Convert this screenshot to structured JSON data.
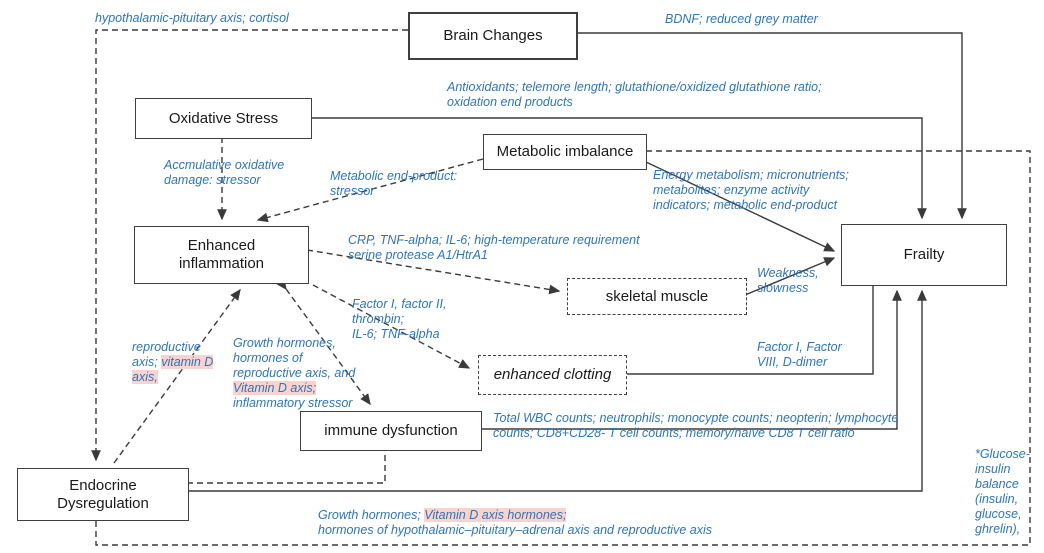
{
  "colors": {
    "label_blue": "#2e75b6",
    "line_gray": "#3a3a3a",
    "box_border_gray": "#3f3f3f",
    "highlight_pink": "#f8d3cf"
  },
  "nodes": {
    "brain_changes": "Brain Changes",
    "oxidative_stress": "Oxidative Stress",
    "metabolic_imbalance": "Metabolic imbalance",
    "enhanced_inflammation": "Enhanced\ninflammation",
    "frailty": "Frailty",
    "skeletal_muscle": "skeletal muscle",
    "enhanced_clotting": "enhanced clotting",
    "immune_dysfunction": "immune dysfunction",
    "endocrine_dysregulation": "Endocrine\nDysregulation"
  },
  "edge_labels": {
    "hpa_cortisol": "hypothalamic-pituitary axis; cortisol",
    "bdnf": "BDNF; reduced grey matter",
    "antioxidants": "Antioxidants; telemore length; glutathione/oxidized glutathione ratio;\noxidation end products",
    "oxidative_damage": "Accmulative oxidative\ndamage: stressor",
    "metabolic_end_product": "Metabolic end-product:\nstressor",
    "energy_metabolism": "Energy metabolism; micronutrients;\nmetabolites; enzyme activity\nindicators; metabolic end-product",
    "crp_htra1": "CRP, TNF-alpha; IL-6; high-temperature requirement\nserine protease A1/HtrA1",
    "weakness": "Weakness,\nslowness",
    "factor_thrombin": "Factor I, factor II,\nthrombin;\nIL-6; TNF-alpha",
    "reproductive_axis": {
      "pre": "reproductive axis; ",
      "highlight": "vitamin D axis,"
    },
    "growth_hormones_inflammation": {
      "pre": "Growth hormones,\nhormones of\nreproductive axis, and\n",
      "highlight": "Vitamin D axis;",
      "post": "\ninflammatory stressor"
    },
    "factor_ddimer": "Factor I, Factor\nVIII, D-dimer",
    "wbc_counts": "Total WBC counts; neutrophils; monocypte counts; neopterin; lymphocyte\ncounts; CD8+CD28- T cell counts; memory/naïve CD8 T cell ratio",
    "growth_hormones_frailty": {
      "pre": "Growth hormones; ",
      "highlight": "Vitamin D axis hormones;",
      "post": "\nhormones of hypothalamic–pituitary–adrenal axis and reproductive axis"
    },
    "glucose_insulin": "*Glucose-\ninsulin\nbalance\n(insulin,\nglucose,\nghrelin),"
  }
}
